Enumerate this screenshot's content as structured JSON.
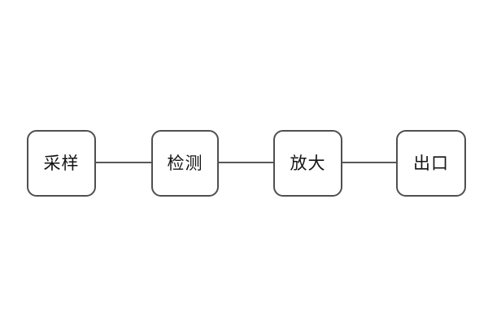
{
  "diagram": {
    "type": "flowchart",
    "direction": "horizontal",
    "nodes": [
      {
        "id": "node-1",
        "label": "采样"
      },
      {
        "id": "node-2",
        "label": "检测"
      },
      {
        "id": "node-3",
        "label": "放大"
      },
      {
        "id": "node-4",
        "label": "出口"
      }
    ],
    "connections": [
      {
        "from": "采样",
        "to": "检测"
      },
      {
        "from": "检测",
        "to": "放大"
      },
      {
        "from": "放大",
        "to": "出口"
      }
    ],
    "colors": {
      "background": "#ffffff",
      "node_border": "#4f4f4f",
      "connector_line": "#595959",
      "label_text": "#141414"
    }
  }
}
